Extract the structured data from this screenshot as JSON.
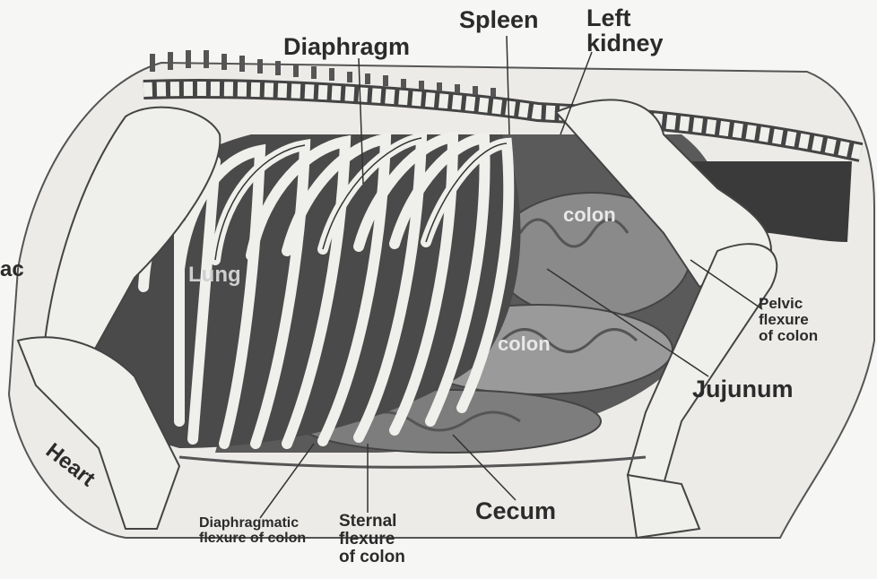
{
  "labels": {
    "diaphragm": "Diaphragm",
    "spleen": "Spleen",
    "left_kidney": [
      "Left",
      "kidney"
    ],
    "lung": "Lung",
    "trachea_fragment": "ac",
    "heart": "Heart",
    "colon_upper": "colon",
    "colon_lower": "colon",
    "pelvic_flexure": [
      "Pelvic",
      "flexure",
      "of colon"
    ],
    "jujunum": "Jujunum",
    "cecum": "Cecum",
    "diaphragmatic_flexure": [
      "Diaphragmatic",
      "flexure of colon"
    ],
    "sternal_flexure": [
      "Sternal",
      "flexure",
      "of colon"
    ]
  },
  "colors": {
    "line": "#333333",
    "bone": "#efefec",
    "dark_cavity": "#3a3a3a",
    "intestine": "#8a8a8a"
  }
}
